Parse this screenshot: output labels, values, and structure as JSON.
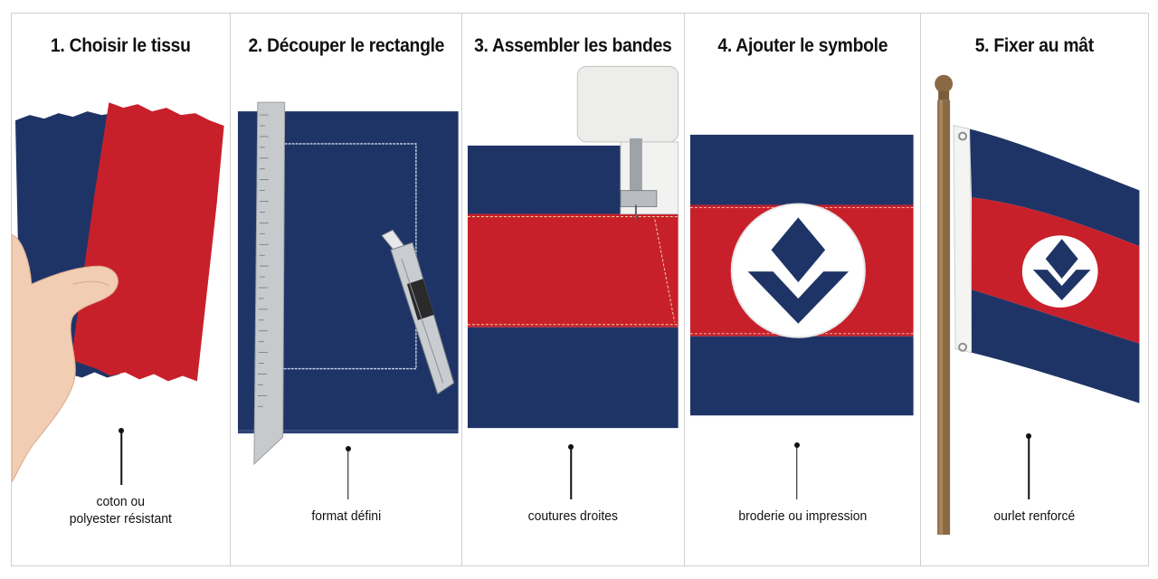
{
  "steps": [
    {
      "title": "1. Choisir le tissu",
      "caption_line1": "coton ou",
      "caption_line2": "polyester résistant"
    },
    {
      "title": "2. Découper le rectangle",
      "caption": "format défini"
    },
    {
      "title": "3. Assembler les bandes",
      "caption": "coutures droites"
    },
    {
      "title": "4. Ajouter le symbole",
      "caption": "broderie ou impression"
    },
    {
      "title": "5. Fixer au mât",
      "caption": "ourlet renforcé"
    }
  ],
  "colors": {
    "navy": "#1f3466",
    "red": "#c8202b",
    "white": "#ffffff",
    "pole": "#8a6a45",
    "steel": "#c7cacd"
  },
  "icons": [
    "fabric-swatch-icon",
    "ruler-icon",
    "utility-knife-icon",
    "sewing-machine-icon",
    "emblem-icon",
    "flagpole-icon"
  ]
}
